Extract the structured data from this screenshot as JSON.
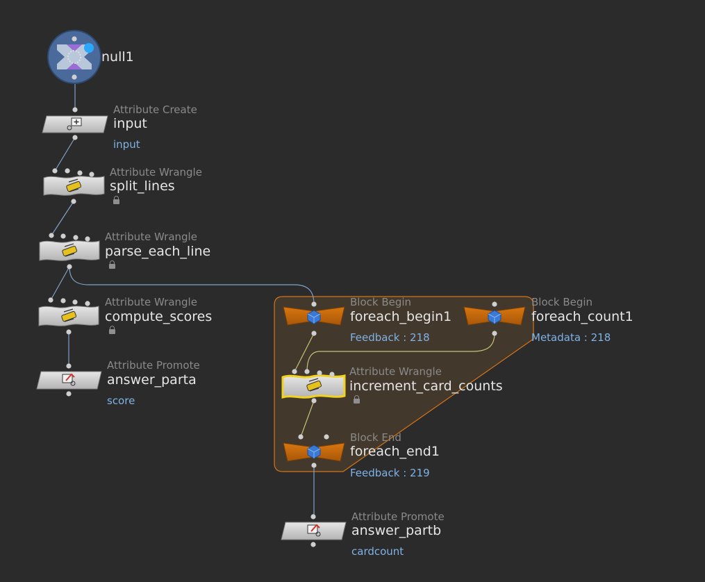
{
  "nodes": {
    "null1": {
      "name": "null1"
    },
    "input": {
      "type": "Attribute Create",
      "name": "input",
      "extra": "input"
    },
    "split_lines": {
      "type": "Attribute Wrangle",
      "name": "split_lines"
    },
    "parse_each_line": {
      "type": "Attribute Wrangle",
      "name": "parse_each_line"
    },
    "compute_scores": {
      "type": "Attribute Wrangle",
      "name": "compute_scores"
    },
    "answer_parta": {
      "type": "Attribute Promote",
      "name": "answer_parta",
      "extra": "score"
    },
    "foreach_begin1": {
      "type": "Block Begin",
      "name": "foreach_begin1",
      "extra": "Feedback : 218"
    },
    "foreach_count1": {
      "type": "Block Begin",
      "name": "foreach_count1",
      "extra": "Metadata : 218"
    },
    "increment_card_counts": {
      "type": "Attribute Wrangle",
      "name": "increment_card_counts"
    },
    "foreach_end1": {
      "type": "Block End",
      "name": "foreach_end1",
      "extra": "Feedback : 219"
    },
    "answer_partb": {
      "type": "Attribute Promote",
      "name": "answer_partb",
      "extra": "cardcount"
    }
  },
  "colors": {
    "background": "#2b2b2b",
    "wire": "#7fa3c8",
    "loop_wire": "#c8c27a",
    "block_node": "#c46a0c",
    "block_outline": "#d4741a",
    "selected": "#f1d21f",
    "label_extra": "#7fb2e6"
  },
  "icons": {
    "null1": "null-x-icon",
    "attribute_create": "plus-box-icon",
    "attribute_wrangle": "wrangle-pen-icon",
    "attribute_promote": "promote-icon",
    "block": "blue-block-icon",
    "lock": "lock-icon"
  }
}
